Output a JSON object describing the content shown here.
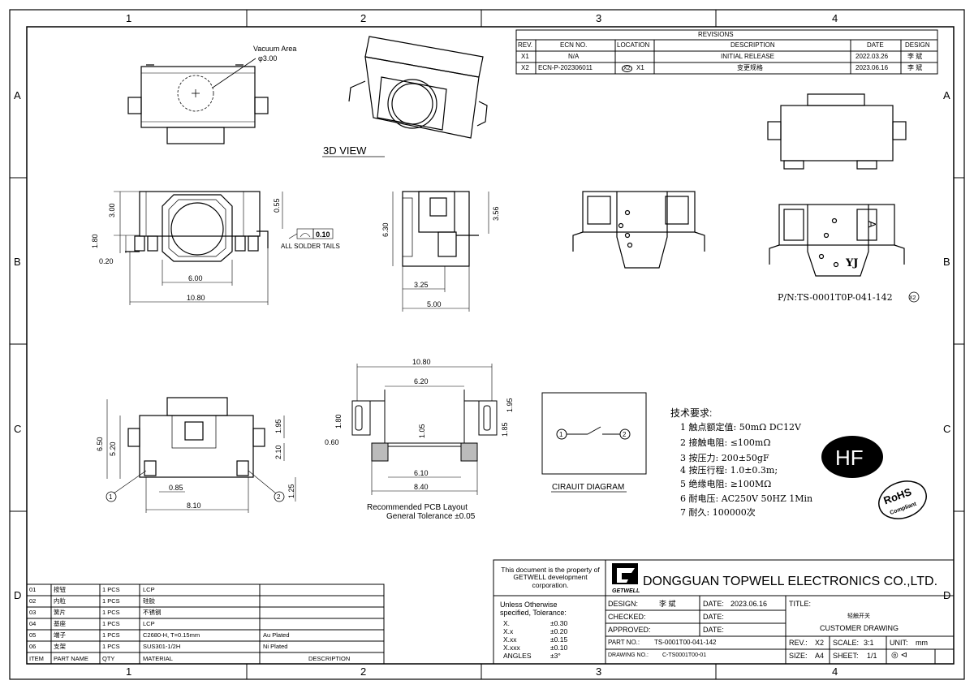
{
  "zones": {
    "cols": [
      "1",
      "2",
      "3",
      "4"
    ],
    "rows": [
      "A",
      "B",
      "C",
      "D"
    ]
  },
  "revisions": {
    "title": "REVISIONS",
    "headers": [
      "REV.",
      "ECN NO.",
      "LOCATION",
      "DESCRIPTION",
      "DATE",
      "DESIGN"
    ],
    "rows": [
      [
        "X1",
        "N/A",
        "",
        "INITIAL RELEASE",
        "2022.03.26",
        "李 斌"
      ],
      [
        "X2",
        "ECN-P-202306011",
        "X1",
        "变更规格",
        "2023.06.16",
        "李 斌"
      ]
    ],
    "location_marker": "X2"
  },
  "views": {
    "vacuum_area": "Vacuum Area",
    "vacuum_dia": "φ3.00",
    "view_3d": "3D VIEW",
    "all_solder_tails": "ALL SOLDER TAILS",
    "flatness": "0.10",
    "pcb_layout": "Recommended PCB Layout",
    "general_tolerance": "General Tolerance ±0.05",
    "circuit_diagram": "CIRAUIT DIAGRAM",
    "circuit_node1": "1",
    "circuit_node2": "2",
    "callout1": "1",
    "callout2": "2",
    "part_number": "P/N:TS-0001T0P-041-142",
    "part_rev": "X2",
    "marking_a": "A",
    "marking_yj": "YJ"
  },
  "dims": {
    "d300": "3.00",
    "d055": "0.55",
    "d180": "1.80",
    "d020": "0.20",
    "d600": "6.00",
    "d1080": "10.80",
    "d630": "6.30",
    "d356": "3.56",
    "d325": "3.25",
    "d500": "5.00",
    "d650": "6.50",
    "d520": "5.20",
    "d195": "1.95",
    "d210": "2.10",
    "d125": "1.25",
    "d085": "0.85",
    "d810": "8.10",
    "p1080": "10.80",
    "p620": "6.20",
    "p180": "1.80",
    "p060": "0.60",
    "p105": "1.05",
    "p610": "6.10",
    "p840": "8.40",
    "p195": "1.95",
    "p185": "1.85"
  },
  "tech": {
    "title": "技术要求:",
    "items": [
      "1  触点额定值: 50mΩ  DC12V",
      "2  接触电阻: ≤100mΩ",
      "3  按压力: 200±50gF",
      "4  按压行程: 1.0±0.3m;",
      "5  绝缘电阻: ≥100MΩ",
      "6  耐电压: AC250V 50HZ 1Min",
      "7  耐久: 100000次"
    ]
  },
  "badges": {
    "hf": "HF",
    "rohs": "RoHS",
    "rohs_sub": "Compliant"
  },
  "bom": {
    "headers": [
      "ITEM",
      "PART NAME",
      "QTY",
      "MATERIAL",
      "",
      "DESCRIPTION"
    ],
    "rows": [
      [
        "01",
        "按钮",
        "1 PCS",
        "LCP",
        "",
        ""
      ],
      [
        "02",
        "内粒",
        "1 PCS",
        "硅胶",
        "",
        ""
      ],
      [
        "03",
        "簧片",
        "1 PCS",
        "不锈钢",
        "",
        ""
      ],
      [
        "04",
        "基座",
        "1 PCS",
        "LCP",
        "",
        ""
      ],
      [
        "05",
        "端子",
        "1 PCS",
        "C2680-H, T=0.15mm",
        "Au Plated",
        ""
      ],
      [
        "06",
        "支架",
        "1 PCS",
        "SUS301-1/2H",
        "Ni Plated",
        ""
      ]
    ]
  },
  "title_block": {
    "property_note": "This document is the property of GETWELL development corporation.",
    "logo_text": "GETWELL",
    "company": "DONGGUAN TOPWELL ELECTRONICS CO.,LTD.",
    "tol_title": "Unless Otherwise specified, Tolerance:",
    "tolerances": [
      [
        "X.",
        "±0.30"
      ],
      [
        "X.x",
        "±0.20"
      ],
      [
        "X.xx",
        "±0.15"
      ],
      [
        "X.xxx",
        "±0.10"
      ],
      [
        "ANGLES",
        "±3°"
      ]
    ],
    "design_label": "DESIGN:",
    "design_value": "李 斌",
    "date_label": "DATE:",
    "date_value": "2023.06.16",
    "checked_label": "CHECKED:",
    "approved_label": "APPROVED:",
    "title_label": "TITLE:",
    "title_cn": "轻触开关",
    "title_en": "CUSTOMER DRAWING",
    "part_no_label": "PART NO.:",
    "part_no": "TS-0001T00-041-142",
    "rev_label": "REV.:",
    "rev": "X2",
    "scale_label": "SCALE:",
    "scale": "3:1",
    "unit_label": "UNIT:",
    "unit": "mm",
    "drawing_no_label": "DRAWING NO.:",
    "drawing_no": "C-TS0001T00-01",
    "size_label": "SIZE:",
    "size": "A4",
    "sheet_label": "SHEET:",
    "sheet": "1/1"
  }
}
